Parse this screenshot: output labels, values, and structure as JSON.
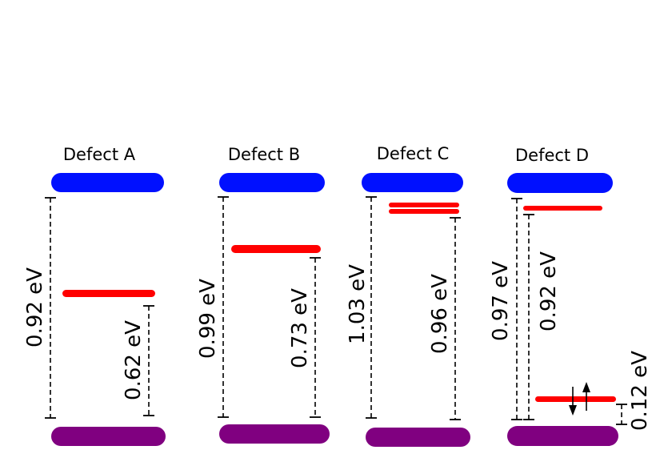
{
  "defects": [
    {
      "title": "Defect A",
      "gap_label": "0.92 eV",
      "level_label": "0.62 eV"
    },
    {
      "title": "Defect B",
      "gap_label": "0.99 eV",
      "level_label": "0.73 eV"
    },
    {
      "title": "Defect C",
      "gap_label": "1.03 eV",
      "level_label": "0.96 eV"
    },
    {
      "title": "Defect D",
      "gap_label": "0.97 eV",
      "level_label": "0.92 eV",
      "low_level_label": "0.12 eV"
    }
  ],
  "colors": {
    "conduction_band": "#0010ff",
    "valence_band": "#800080",
    "defect_level": "#ff0000"
  }
}
